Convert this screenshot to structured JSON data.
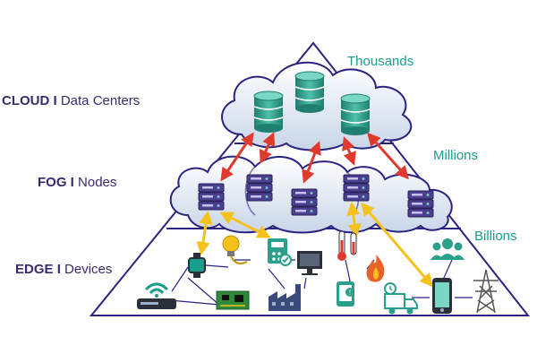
{
  "layers": {
    "cloud": {
      "name": "CLOUD",
      "separator": "I",
      "desc": "Data Centers",
      "count": "Thousands"
    },
    "fog": {
      "name": "FOG",
      "separator": "I",
      "desc": "Nodes",
      "count": "Millions"
    },
    "edge": {
      "name": "EDGE",
      "separator": "I",
      "desc": "Devices",
      "count": "Billions"
    }
  },
  "colors": {
    "label_purple": "#3a2a6e",
    "count_teal": "#1a9e8c",
    "pyramid_stroke": "#2b2380",
    "arrow_red": "#e03a2f",
    "arrow_yellow": "#f4c21a",
    "database_teal": "#2f9c8a",
    "server_purple": "#4b3f8f",
    "icon_teal": "#2aa08c"
  },
  "icons": [
    "database-icon",
    "server-icon",
    "wifi-router-icon",
    "smartwatch-icon",
    "lightbulb-icon",
    "circuit-board-icon",
    "calculator-icon",
    "factory-icon",
    "monitor-icon",
    "thermometer-icon",
    "fire-icon",
    "phone-alert-icon",
    "smartphone-icon",
    "truck-icon",
    "people-icon",
    "power-tower-icon"
  ]
}
